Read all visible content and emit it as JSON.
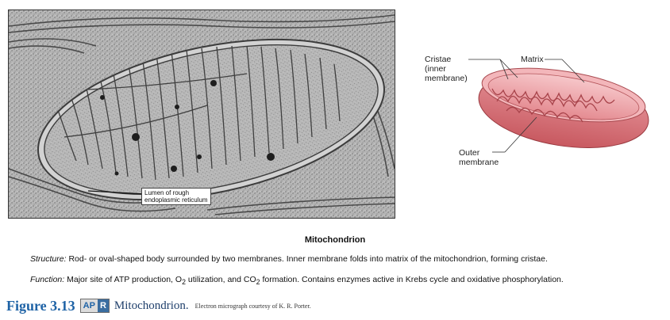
{
  "micrograph": {
    "lumen_label_line1": "Lumen of rough",
    "lumen_label_line2": "endoplasmic reticulum"
  },
  "illustration": {
    "cristae_line1": "Cristae",
    "cristae_line2": "(inner",
    "cristae_line3": "membrane)",
    "matrix": "Matrix",
    "outer_line1": "Outer",
    "outer_line2": "membrane"
  },
  "caption": {
    "title": "Mitochondrion",
    "structure_label": "Structure:",
    "structure_text": " Rod- or oval-shaped body surrounded by two membranes. Inner membrane folds into matrix of the mitochondrion, forming cristae.",
    "function_label": "Function:",
    "function_text_a": " Major site of ATP production, O",
    "function_sub_a": "2",
    "function_text_b": " utilization, and CO",
    "function_sub_b": "2",
    "function_text_c": " formation. Contains enzymes active in Krebs cycle and oxidative phosphorylation."
  },
  "figure": {
    "number": "Figure 3.13",
    "apr_ap": "AP",
    "apr_r": "R",
    "title": "Mitochondrion.",
    "credit": "Electron micrograph courtesy of K. R. Porter."
  },
  "colors": {
    "figure_blue": "#1f63a6",
    "mito_pink": "#d9737a"
  }
}
